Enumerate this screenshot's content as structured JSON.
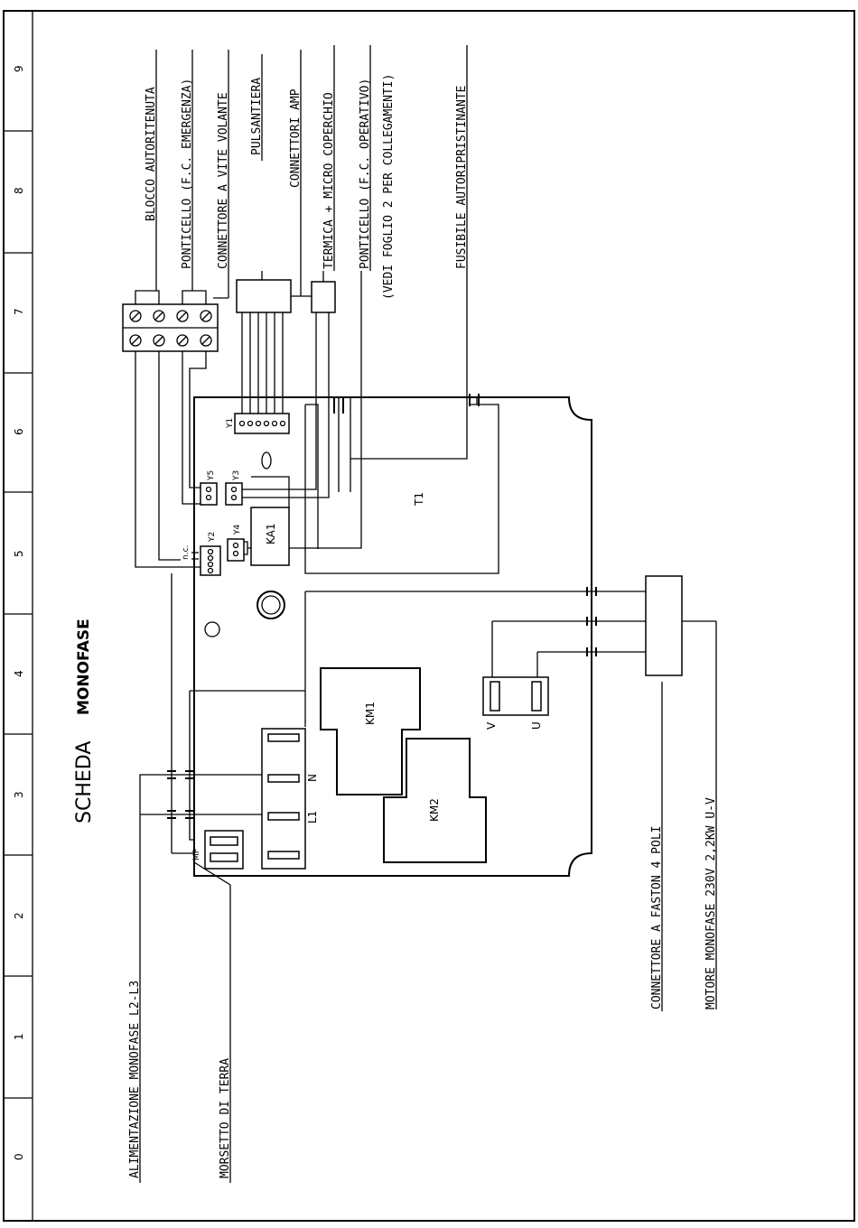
{
  "title": {
    "main": "SCHEDA",
    "sub": "MONOFASE"
  },
  "grid_index": [
    "0",
    "1",
    "2",
    "3",
    "4",
    "5",
    "6",
    "7",
    "8",
    "9"
  ],
  "top_labels": [
    "BLOCCO AUTORITENUTA",
    "PONTICELLO (F.C. EMERGENZA)",
    "CONNETTORE A VITE VOLANTE",
    "PULSANTIERA",
    "CONNETTORI AMP",
    "TERMICA + MICRO COPERCHIO",
    "PONTICELLO (F.C. OPERATIVO)",
    "(VEDI FOGLIO 2 PER COLLEGAMENTI)",
    "FUSIBILE AUTORIPRISTINANTE"
  ],
  "left_labels": [
    "ALIMENTAZIONE MONOFASE L2-L3",
    "MORSETTO DI TERRA"
  ],
  "bottom_labels": [
    "CONNETTORE A FASTON 4 POLI",
    "MOTORE MONOFASE 230V 2,2KW  U-V"
  ],
  "components": {
    "km1": "KM1",
    "km2": "KM2",
    "ka1": "KA1",
    "t1": "T1",
    "y1": "Y1",
    "y2": "Y2",
    "y3": "Y3",
    "y4": "Y4",
    "y5": "Y5",
    "nc": "n.c.",
    "mp": "MP",
    "l1": "L1",
    "n": "N",
    "v": "V",
    "u": "U"
  }
}
